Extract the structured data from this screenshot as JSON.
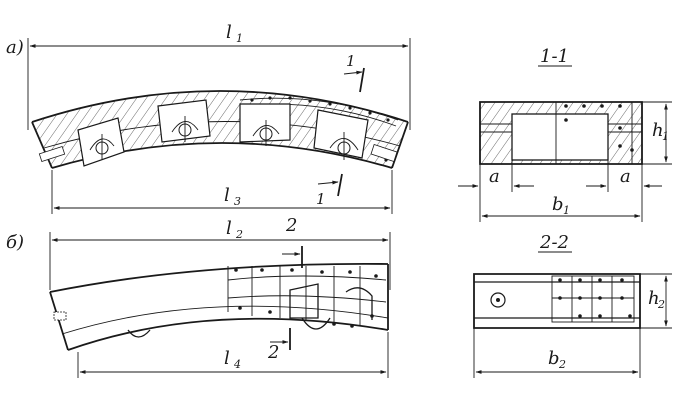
{
  "views": {
    "a": {
      "label": "а)",
      "dims": {
        "l1": "1",
        "l3": "3"
      },
      "section_mark": "1"
    },
    "b": {
      "label": "б)",
      "dims": {
        "l2": "2",
        "l4": "4"
      },
      "section_mark": "2"
    }
  },
  "sections": {
    "s11": {
      "title": "1-1",
      "dims": {
        "a_left": "a",
        "a_right": "a",
        "b1": "1",
        "h1": "1"
      }
    },
    "s22": {
      "title": "2-2",
      "dims": {
        "b2": "2",
        "h2": "2"
      }
    }
  },
  "letters": {
    "l": "l",
    "b": "b",
    "h": "h"
  }
}
